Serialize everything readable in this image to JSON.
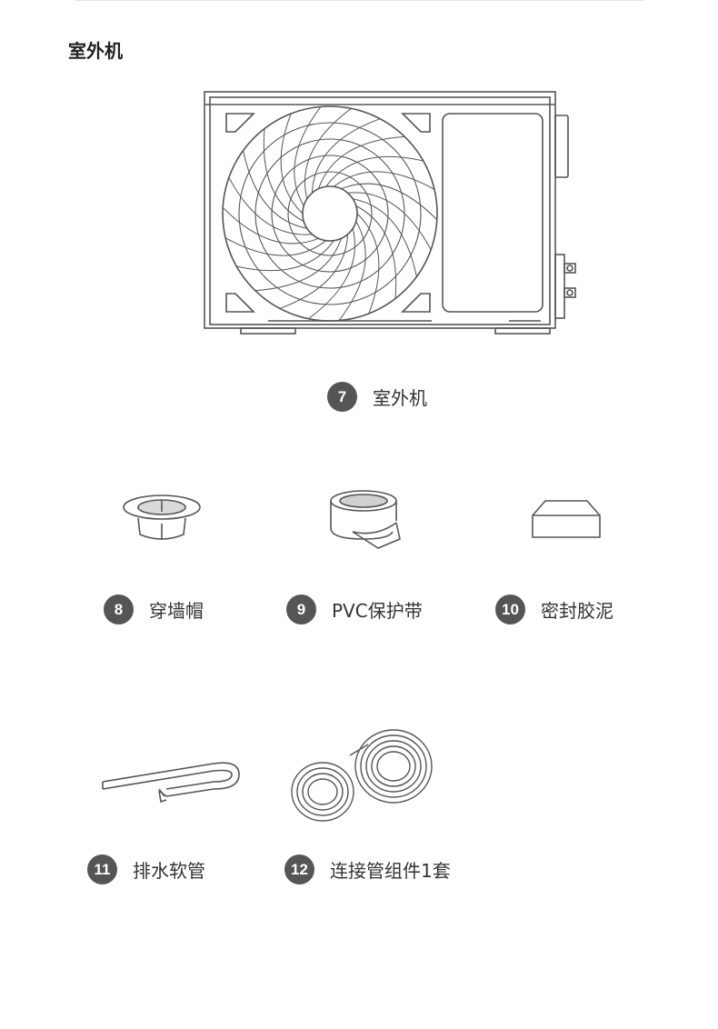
{
  "header": {
    "title": "室外机"
  },
  "items": [
    {
      "num": "7",
      "label": "室外机"
    },
    {
      "num": "8",
      "label": "穿墙帽"
    },
    {
      "num": "9",
      "label": "PVC保护带"
    },
    {
      "num": "10",
      "label": "密封胶泥"
    },
    {
      "num": "11",
      "label": "排水软管"
    },
    {
      "num": "12",
      "label": "连接管组件1套"
    }
  ],
  "colors": {
    "badge": "#555555",
    "line": "#555555",
    "text": "#333333"
  }
}
